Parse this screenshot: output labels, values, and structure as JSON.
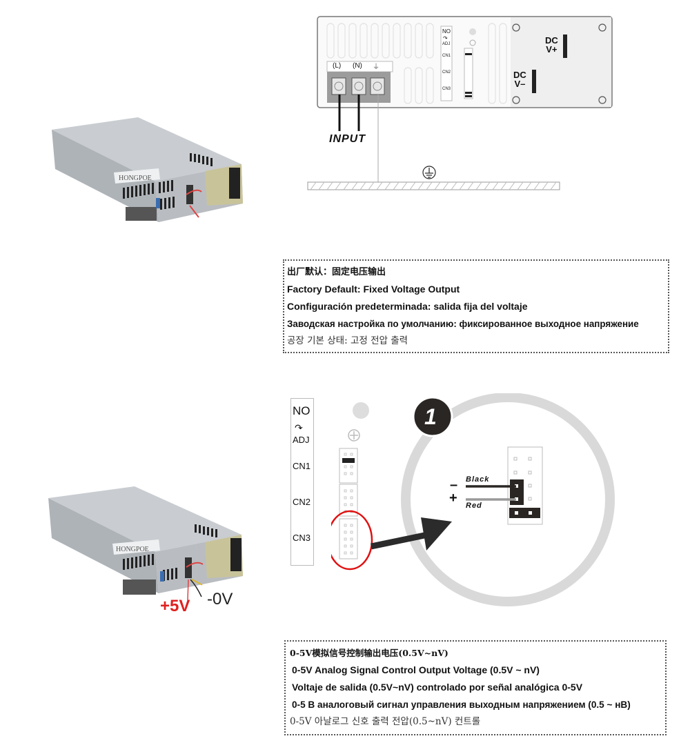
{
  "product": {
    "brand_label": "HONGPOE"
  },
  "top_diagram": {
    "terminal_labels": [
      "(L)",
      "(N)"
    ],
    "ground_symbol": "ground-icon",
    "strip_labels": [
      "NO",
      "ADJ",
      "CN1",
      "CN2",
      "CN3"
    ],
    "dc_plus": [
      "DC",
      "V+"
    ],
    "dc_minus": [
      "DC",
      "V–"
    ],
    "input_label": "INPUT"
  },
  "factory_default_box": {
    "lines": [
      "出厂默认：固定电压输出",
      "Factory Default: Fixed Voltage Output",
      "Configuración predeterminada: salida fija del voltaje",
      "Заводская настройка по умолчанию: фиксированное выходное напряжение",
      "공장 기본 상태: 고정 전압 출력"
    ]
  },
  "second_diagram": {
    "strip_labels": [
      "NO",
      "ADJ",
      "CN1",
      "CN2",
      "CN3"
    ],
    "step_number": "1",
    "minus_sign": "–",
    "plus_sign": "+",
    "black_wire_label": "Black",
    "red_wire_label": "Red"
  },
  "wire_labels": {
    "plus": "+5V",
    "minus": "-0V",
    "plus_color": "#e02020",
    "minus_color": "#222222"
  },
  "analog_control_box": {
    "lines": [
      "0-5V模拟信号控制输出电压(0.5V~nV)",
      "0-5V Analog Signal Control Output Voltage (0.5V ~ nV)",
      "Voltaje de salida (0.5V~nV) controlado por señal analógica 0-5V",
      "0-5 В аналоговый сигнал управления выходным напряжением (0.5 ~ нВ)",
      "0-5V 아날로그 신호 출력 전압(0.5~nV) 컨트롤"
    ]
  }
}
